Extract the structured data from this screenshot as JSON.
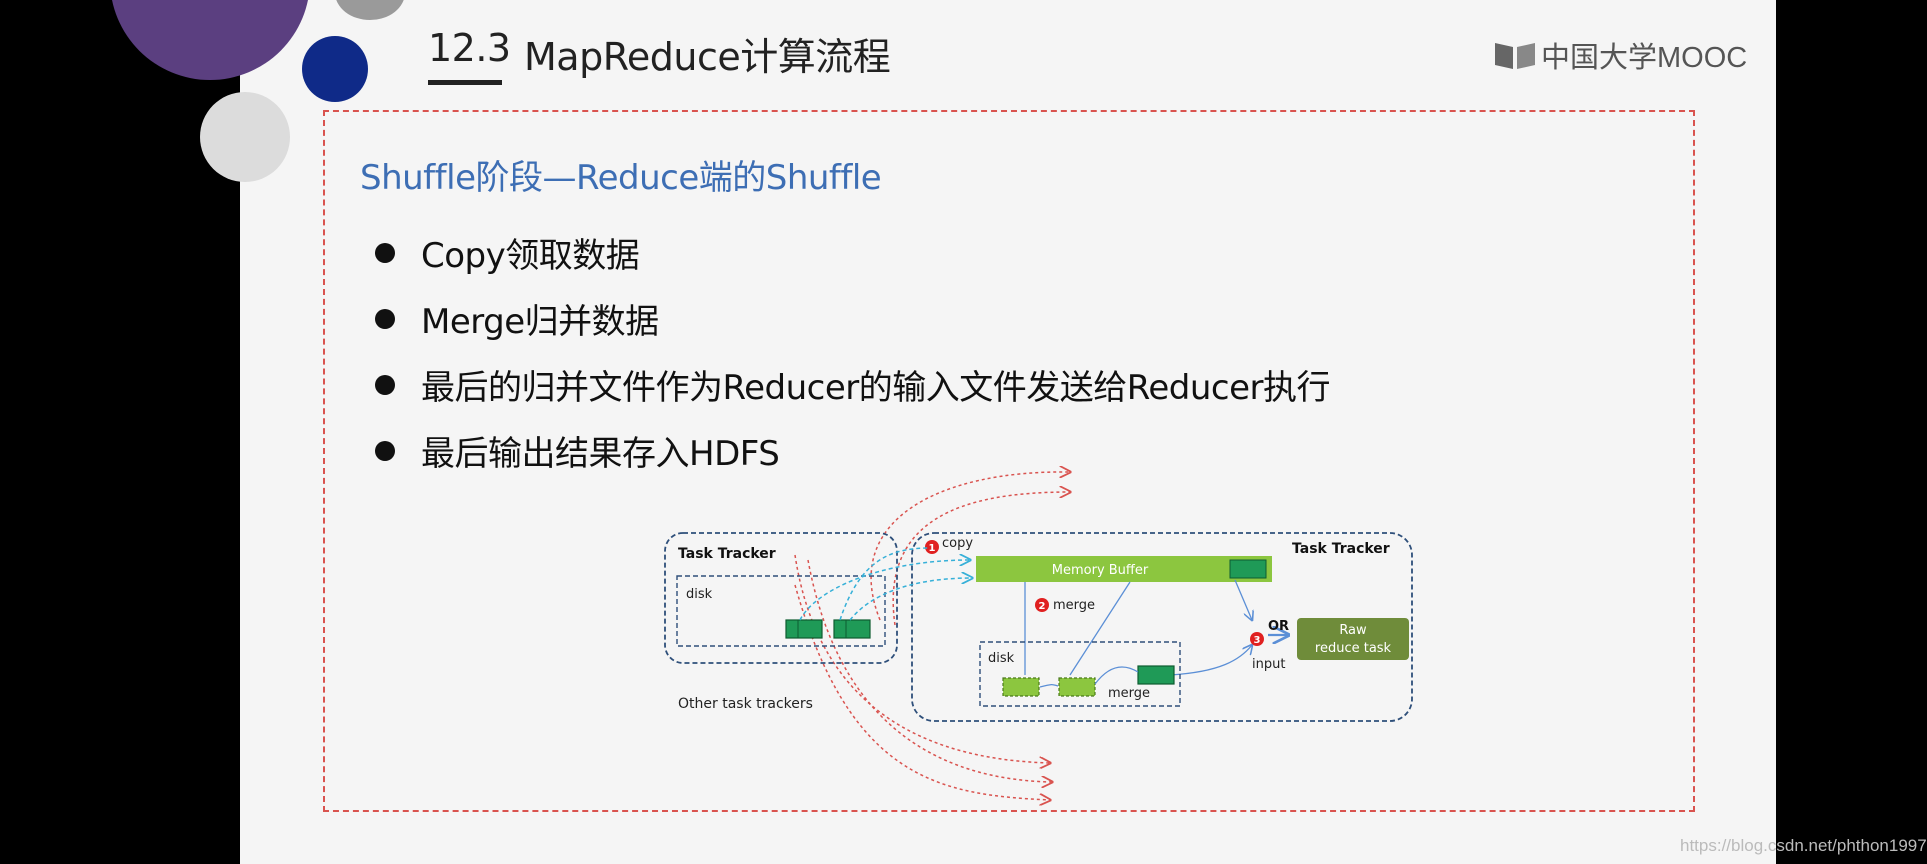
{
  "slide": {
    "section_number": "12.3",
    "title": "MapReduce计算流程",
    "logo_text": "中国大学MOOC",
    "heading": "Shuffle阶段—Reduce端的Shuffle",
    "bullets": [
      "Copy领取数据",
      "Merge归并数据",
      "最后的归并文件作为Reducer的输入文件发送给Reducer执行",
      "最后输出结果存入HDFS"
    ]
  },
  "diagram": {
    "left_tracker_label": "Task Tracker",
    "left_disk_label": "disk",
    "right_tracker_label": "Task Tracker",
    "step1_number": "1",
    "step1_label": "copy",
    "memory_buffer_label": "Memory Buffer",
    "step2_number": "2",
    "step2_label": "merge",
    "right_disk_label": "disk",
    "disk_merge_label": "merge",
    "step3_number": "3",
    "or_label": "OR",
    "input_label": "input",
    "raw_task_line1": "Raw",
    "raw_task_line2": "reduce task",
    "other_trackers_label": "Other task trackers"
  },
  "watermark": "https://blog.csdn.net/phthon1997",
  "colors": {
    "accent_red": "#d9534f",
    "heading_blue": "#3d6eb4",
    "buffer_green": "#8cc63f",
    "block_green": "#1f9a57",
    "tracker_border": "#2e4f7a",
    "raw_task": "#6f8c3a"
  }
}
